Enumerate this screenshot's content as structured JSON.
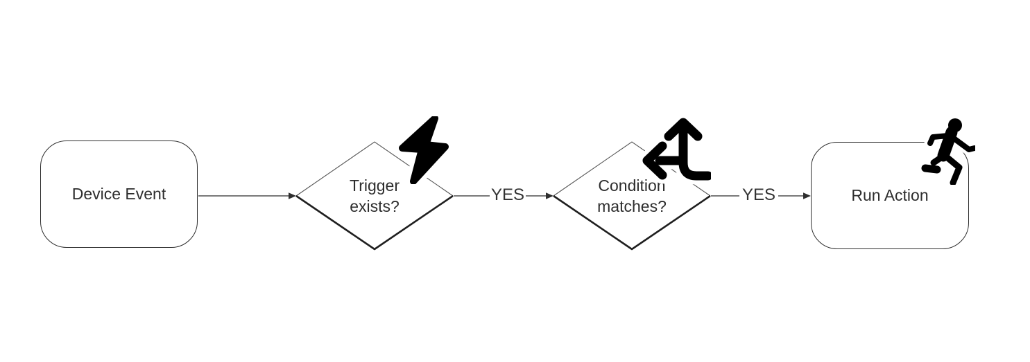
{
  "diagram": {
    "nodes": [
      {
        "id": "device-event",
        "shape": "rounded-rectangle",
        "label": "Device Event",
        "icon": ""
      },
      {
        "id": "trigger-exists",
        "shape": "diamond",
        "label": "Trigger exists?",
        "icon": "lightning-bolt"
      },
      {
        "id": "condition-matches",
        "shape": "diamond",
        "label": "Condition matches?",
        "icon": "split-arrows"
      },
      {
        "id": "run-action",
        "shape": "rounded-rectangle",
        "label": "Run Action",
        "icon": "running-person"
      }
    ],
    "edges": [
      {
        "from": "device-event",
        "to": "trigger-exists",
        "label": ""
      },
      {
        "from": "trigger-exists",
        "to": "condition-matches",
        "label": "YES"
      },
      {
        "from": "condition-matches",
        "to": "run-action",
        "label": "YES"
      }
    ],
    "colors": {
      "background": "#ffffff",
      "shape_stroke": "#2c2c2c",
      "connector": "#4d4d4d",
      "text": "#2d2d2d",
      "icon": "#000000"
    }
  }
}
